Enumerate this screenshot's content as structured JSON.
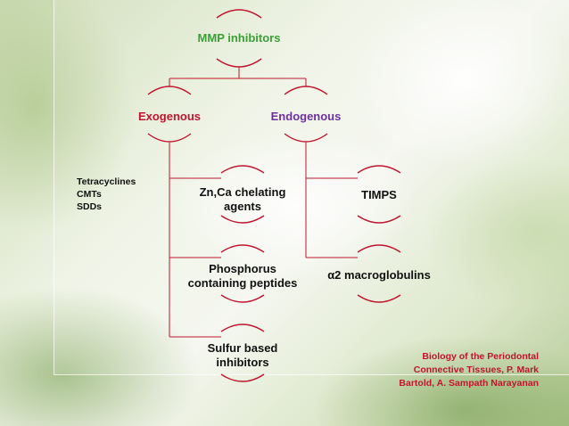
{
  "diagram": {
    "root": {
      "label": "MMP inhibitors"
    },
    "branches": [
      {
        "label": "Exogenous"
      },
      {
        "label": "Endogenous"
      }
    ],
    "exogenous_items": [
      {
        "label": "Zn,Ca chelating agents"
      },
      {
        "label": "Phosphorus containing peptides"
      },
      {
        "label": "Sulfur based inhibitors"
      }
    ],
    "endogenous_items": [
      {
        "label": "TIMPS"
      },
      {
        "label": "α2 macroglobulins"
      }
    ],
    "side_list": [
      "Tetracyclines",
      "CMTs",
      "SDDs"
    ]
  },
  "citation": {
    "lines": [
      "Biology of the Periodontal",
      "Connective Tissues, P. Mark",
      "Bartold, A. Sampath Narayanan"
    ]
  },
  "colors": {
    "root_text": "#3aa037",
    "exogenous_text": "#c0152f",
    "endogenous_text": "#7030a0",
    "node_arc": "#c0152f",
    "connector": "#c0152f",
    "citation_text": "#c0152f"
  }
}
